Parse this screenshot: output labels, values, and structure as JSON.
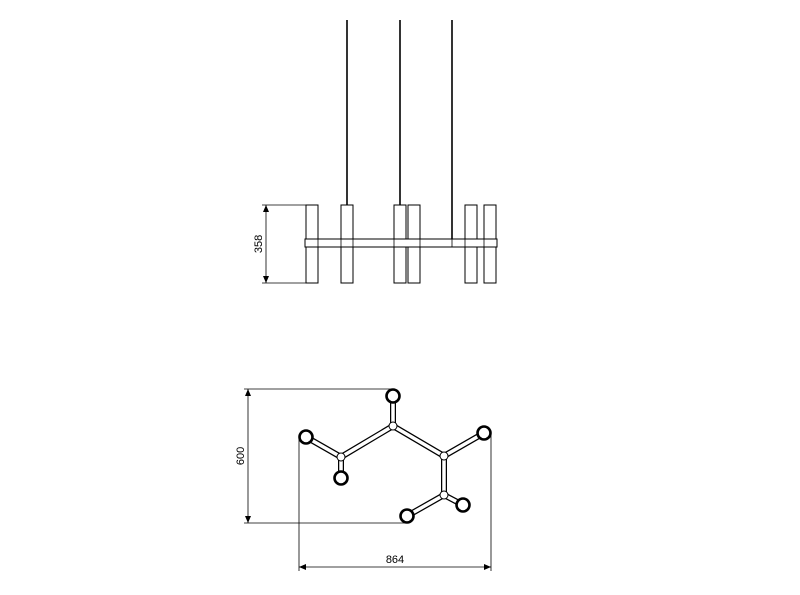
{
  "drawing": {
    "side_view": {
      "height_dimension": "358"
    },
    "top_view": {
      "depth_dimension": "600",
      "width_dimension": "864"
    }
  }
}
